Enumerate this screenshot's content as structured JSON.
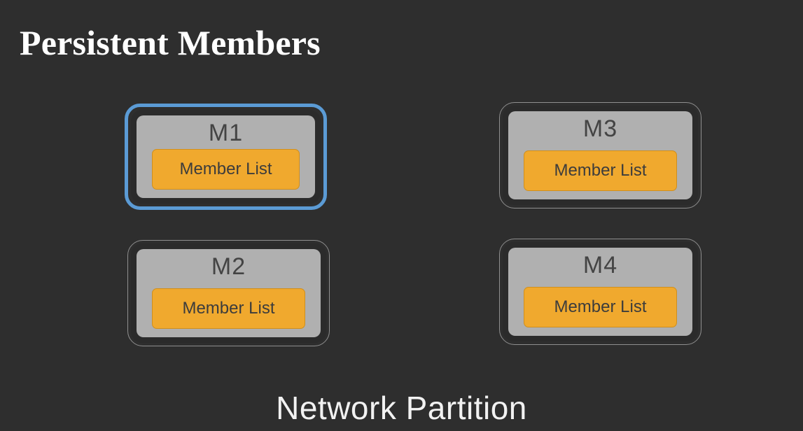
{
  "slide": {
    "title": "Persistent Members",
    "footer_caption": "Network Partition",
    "background_color": "#2e2e2e",
    "title_color": "#ffffff",
    "highlight_color": "#5b9bd5",
    "card_color": "#b0b0b0",
    "member_list_color": "#f0a92e",
    "label_color": "#444444"
  },
  "nodes": [
    {
      "id": "m1",
      "label": "M1",
      "member_list_label": "Member List",
      "highlighted": true
    },
    {
      "id": "m2",
      "label": "M2",
      "member_list_label": "Member List",
      "highlighted": false
    },
    {
      "id": "m3",
      "label": "M3",
      "member_list_label": "Member List",
      "highlighted": false
    },
    {
      "id": "m4",
      "label": "M4",
      "member_list_label": "Member List",
      "highlighted": false
    }
  ]
}
